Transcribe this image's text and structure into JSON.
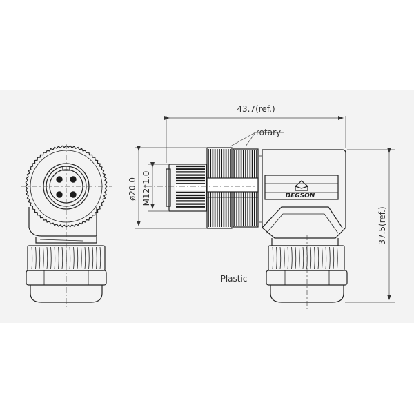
{
  "drawing": {
    "overall_length_label": "43.7(ref.)",
    "overall_height_label": "37.5(ref.)",
    "diameter_label": "ø20.0",
    "thread_label": "M12*1.0",
    "rotary_label": "rotary",
    "material_label": "Plastic",
    "brand_label": "DEGSON"
  },
  "colors": {
    "background_band": "#f3f3f3",
    "line": "#222222",
    "dark_fill": "#1c1c1c"
  }
}
